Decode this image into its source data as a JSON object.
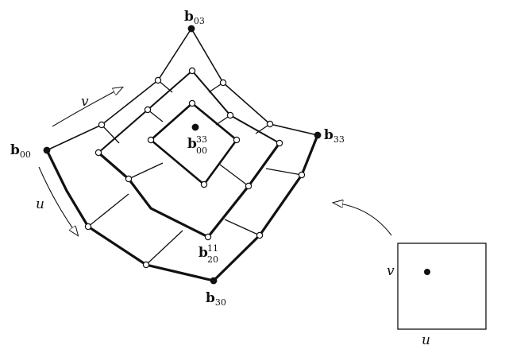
{
  "diagram": {
    "corner_labels": [
      {
        "id": "b03",
        "base": "b",
        "sub": "03",
        "sup": ""
      },
      {
        "id": "b00",
        "base": "b",
        "sub": "00",
        "sup": ""
      },
      {
        "id": "b33",
        "base": "b",
        "sub": "33",
        "sup": ""
      },
      {
        "id": "b30",
        "base": "b",
        "sub": "30",
        "sup": ""
      }
    ],
    "inner_labels": [
      {
        "id": "b00_33",
        "base": "b",
        "sub": "00",
        "sup": "33"
      },
      {
        "id": "b20_11",
        "base": "b",
        "sub": "20",
        "sup": "11"
      }
    ],
    "param_labels": {
      "v_arrow": "v",
      "u_arrow": "u",
      "domain_v": "v",
      "domain_u": "u"
    },
    "colors": {
      "ink": "#111111",
      "background": "#ffffff"
    }
  }
}
